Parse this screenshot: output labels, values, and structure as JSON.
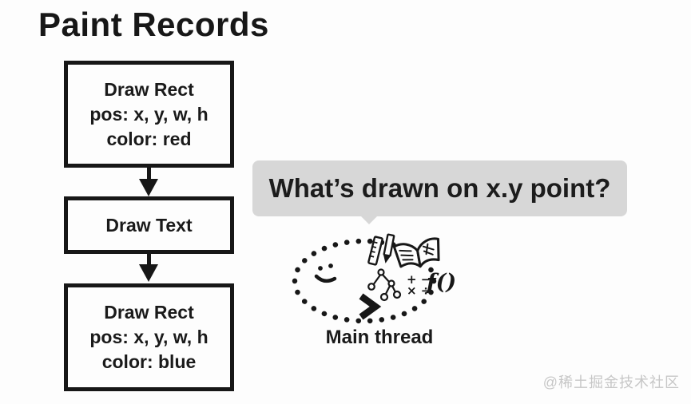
{
  "page": {
    "title": "Paint Records",
    "colors": {
      "background": "#fdfdfd",
      "ink": "#171717",
      "bubble_bg": "#d7d7d7",
      "watermark_gray": "#c7c7c7"
    }
  },
  "flowchart": {
    "boxes": [
      {
        "lines": [
          "Draw Rect",
          "pos: x, y, w, h",
          "color: red"
        ]
      },
      {
        "lines": [
          "Draw Text"
        ]
      },
      {
        "lines": [
          "Draw Rect",
          "pos: x, y, w, h",
          "color: blue"
        ]
      }
    ]
  },
  "bubble": {
    "text": "What’s drawn on x.y point?"
  },
  "doodle": {
    "label": "Main thread",
    "plus_minus": "+ −",
    "times_divide": "× ÷",
    "function_symbol": "f()",
    "icons": [
      "loop-dotted-icon",
      "smiley-icon",
      "chevron-arrow-icon",
      "ruler-icon",
      "pencil-icon",
      "open-book-icon",
      "tree-graph-icon",
      "math-symbols-icon",
      "function-icon"
    ]
  },
  "watermark": {
    "text": "@稀土掘金技术社区"
  }
}
